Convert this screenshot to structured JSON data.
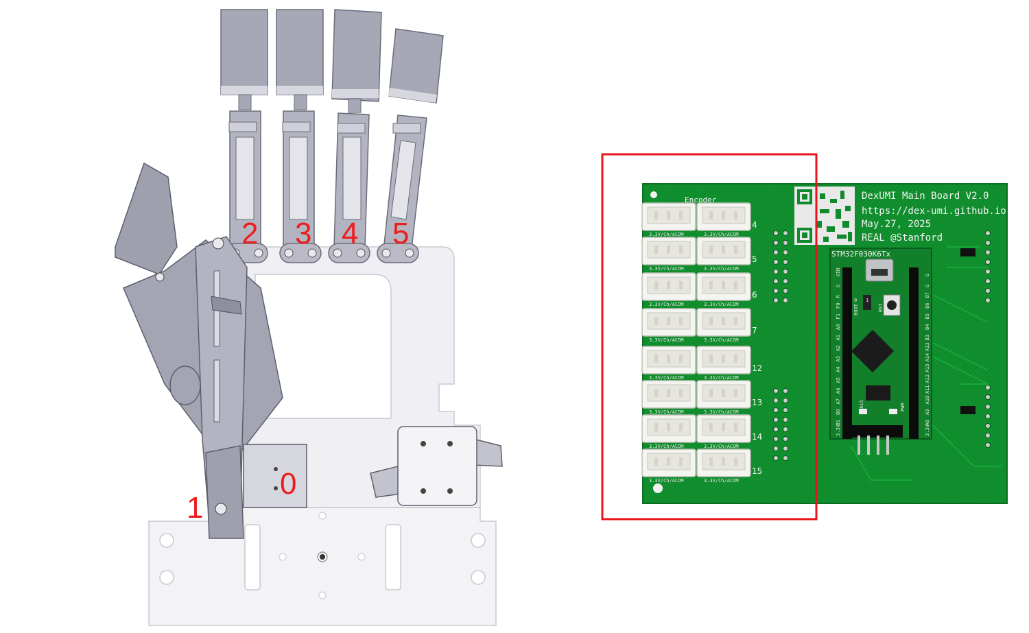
{
  "hand_diagram": {
    "joint_labels": [
      "2",
      "3",
      "4",
      "5",
      "0",
      "1"
    ]
  },
  "board": {
    "encoder_header": "Encoder",
    "title_lines": [
      "DexUMI Main Board V2.0",
      "https://dex-umi.github.io",
      "May.27, 2025",
      "REAL @Stanford"
    ],
    "mcu_label": "STM32F030K6Tx",
    "connector_label": "3.3V/Ch/ACOM",
    "connector_numbers": [
      "4",
      "5",
      "6",
      "7",
      "12",
      "13",
      "14",
      "15"
    ],
    "left_pins": [
      "3.3V",
      "B1",
      "B0",
      "A7",
      "A6",
      "A5",
      "A4",
      "A3",
      "A2",
      "A1",
      "A0",
      "F1",
      "F0",
      "R",
      "G",
      "VIN"
    ],
    "right_pins": [
      "3.3V",
      "A8",
      "A9",
      "A10",
      "A11",
      "A12",
      "A15",
      "A14",
      "A13",
      "B3",
      "B4",
      "B5",
      "B6",
      "B7",
      "G",
      "G"
    ],
    "small_labels": [
      "BOOT",
      "RST",
      "PA15",
      "PWR",
      "0",
      "1"
    ]
  },
  "colors": {
    "highlight_box": "#e8141c",
    "pcb_green": "#0f8a2c",
    "label_red": "#ee1c1c",
    "hand_gray": "#a9a9b4",
    "plate": "#f1f1f4"
  }
}
